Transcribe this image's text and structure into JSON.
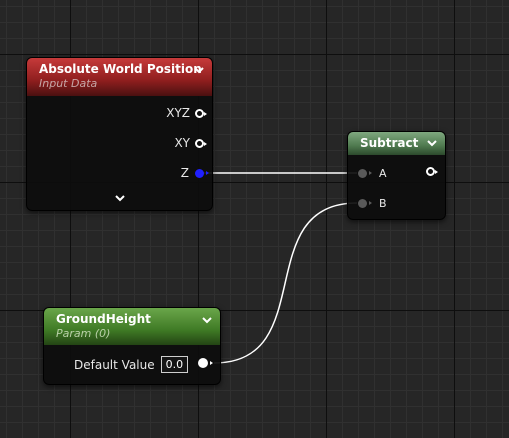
{
  "colors": {
    "awp_header": "#b02a2a",
    "subtract_header": "#5a8a5a",
    "param_header": "#4a8a30",
    "wire": "#ffffff",
    "pin_z": "#2020ff"
  },
  "nodes": {
    "absolute_world_position": {
      "title": "Absolute World Position",
      "subtitle": "Input Data",
      "pins": {
        "xyz": "XYZ",
        "xy": "XY",
        "z": "Z"
      },
      "collapse_icon": "chevron-down-icon",
      "expand_icon": "chevron-down-icon"
    },
    "subtract": {
      "title": "Subtract",
      "pins": {
        "a": "A",
        "b": "B"
      }
    },
    "ground_height": {
      "title": "GroundHeight",
      "subtitle": "Param (0)",
      "default_label": "Default Value",
      "default_value": "0.0"
    }
  }
}
